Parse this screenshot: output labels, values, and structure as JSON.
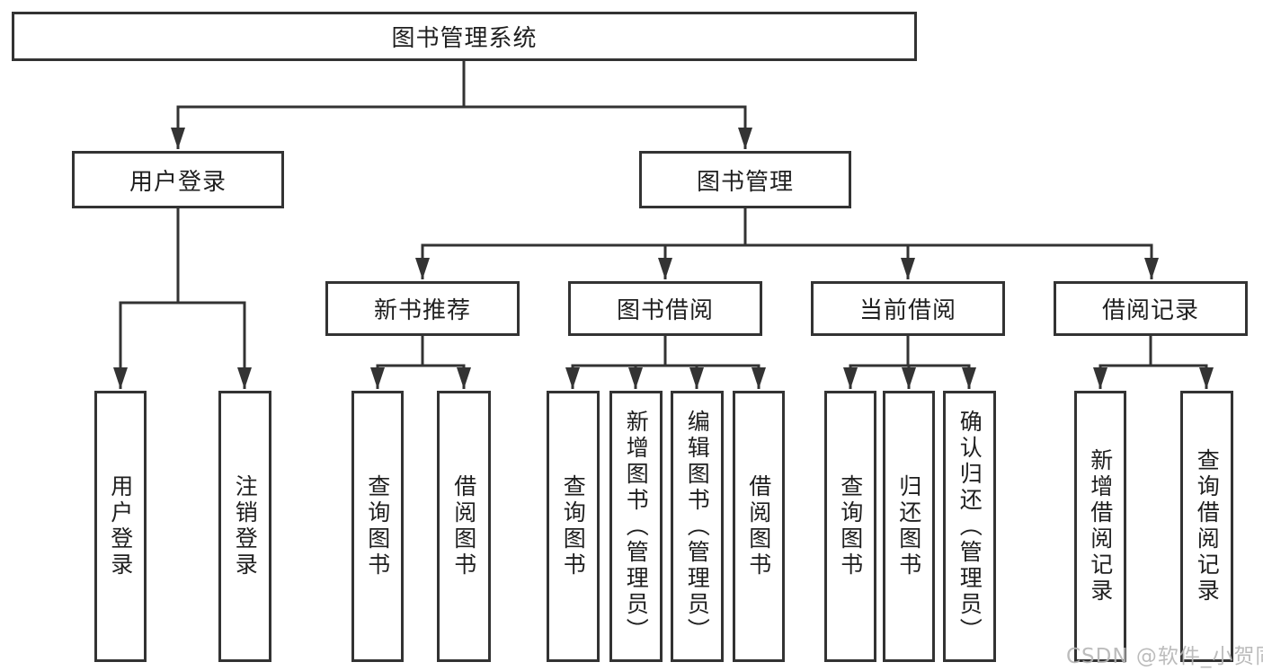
{
  "diagram": {
    "title": "图书管理系统",
    "root": {
      "label": "图书管理系统"
    },
    "level2": [
      {
        "label": "用户登录"
      },
      {
        "label": "图书管理"
      }
    ],
    "level3": [
      {
        "label": "新书推荐"
      },
      {
        "label": "图书借阅"
      },
      {
        "label": "当前借阅"
      },
      {
        "label": "借阅记录"
      }
    ],
    "leaves": {
      "user_login": [
        {
          "label": "用户登录"
        },
        {
          "label": "注销登录"
        }
      ],
      "new_books": [
        {
          "label": "查询图书"
        },
        {
          "label": "借阅图书"
        }
      ],
      "book_borrow": [
        {
          "label": "查询图书"
        },
        {
          "label": "新增图书（管理员）"
        },
        {
          "label": "编辑图书（管理员）"
        },
        {
          "label": "借阅图书"
        }
      ],
      "current_borrow": [
        {
          "label": "查询图书"
        },
        {
          "label": "归还图书"
        },
        {
          "label": "确认归还（管理员）"
        }
      ],
      "borrow_records": [
        {
          "label": "新增借阅记录"
        },
        {
          "label": "查询借阅记录"
        }
      ]
    },
    "watermark": "CSDN @软件_小贺同学",
    "colors": {
      "line": "#333333",
      "text": "#1f1f1f",
      "watermark": "#b5b5b5",
      "background": "#ffffff"
    }
  }
}
